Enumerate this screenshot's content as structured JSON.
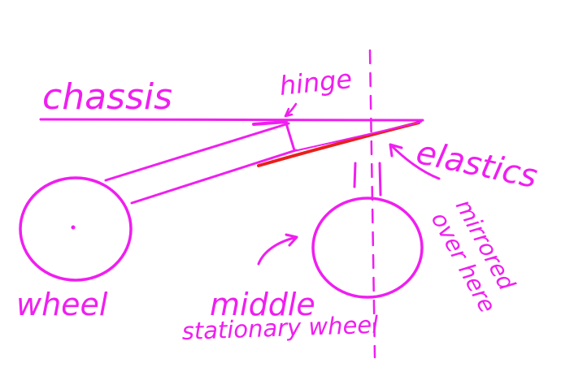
{
  "colors": {
    "ink": "#f01ef0",
    "elastic": "#e8201c",
    "background": "#ffffff"
  },
  "labels": {
    "chassis": "chassis",
    "hinge": "hinge",
    "elastics": "elastics",
    "wheel": "wheel",
    "middle": "middle",
    "stationary": "stationary wheel",
    "mirrored_line1": "mirrored",
    "mirrored_line2": "over here"
  }
}
